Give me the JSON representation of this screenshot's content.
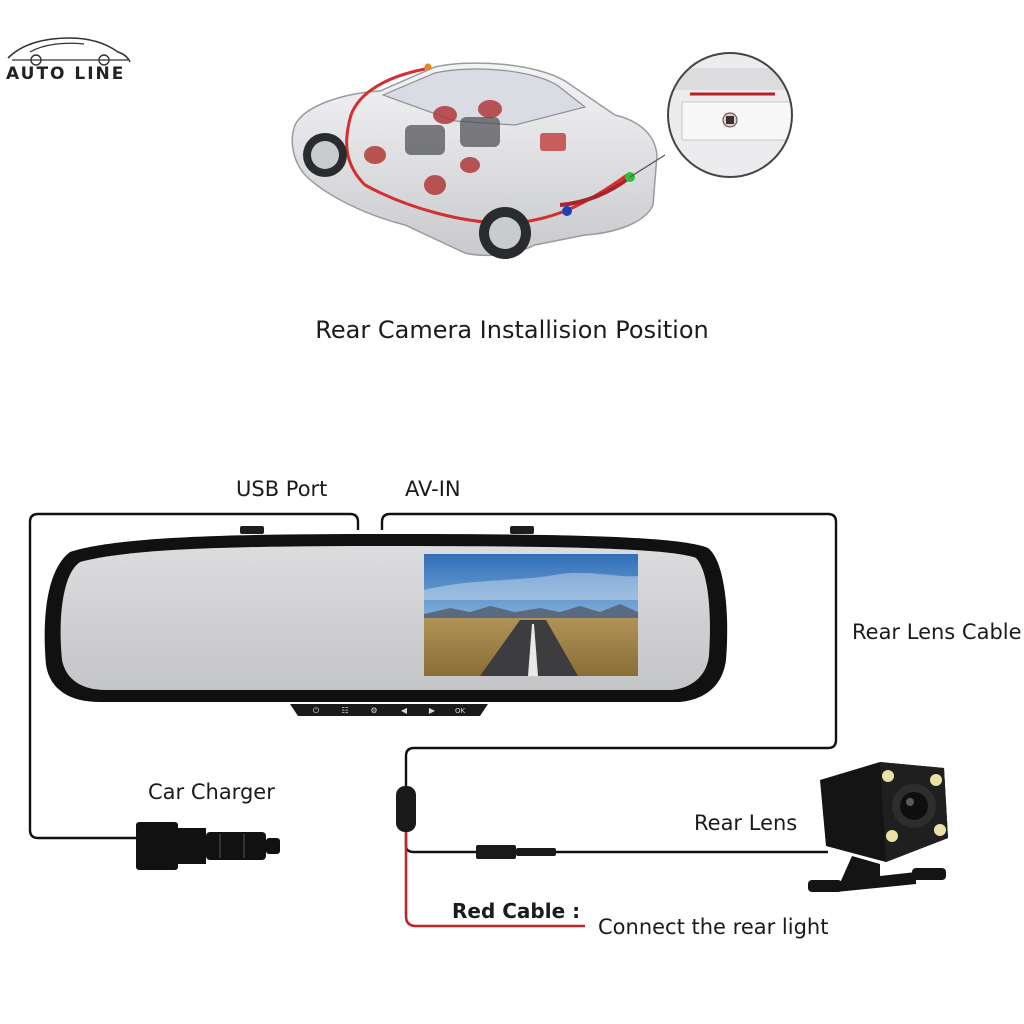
{
  "logo": {
    "text": "AUTO LINE"
  },
  "title": "Rear Camera Installision Position",
  "labels": {
    "usb_port": "USB Port",
    "av_in": "AV-IN",
    "rear_lens_cable": "Rear Lens Cable",
    "car_charger": "Car Charger",
    "rear_lens": "Rear Lens",
    "red_cable": "Red Cable :",
    "connect_rear_light": "Connect the rear light"
  },
  "mirror_buttons": [
    "⏻",
    "☷",
    "⚙",
    "◀",
    "▶",
    "OK"
  ],
  "colors": {
    "wire": "#111111",
    "red_cable": "#c0262b",
    "car_body": "#e8e8ea",
    "route_line": "#d32f2f"
  }
}
